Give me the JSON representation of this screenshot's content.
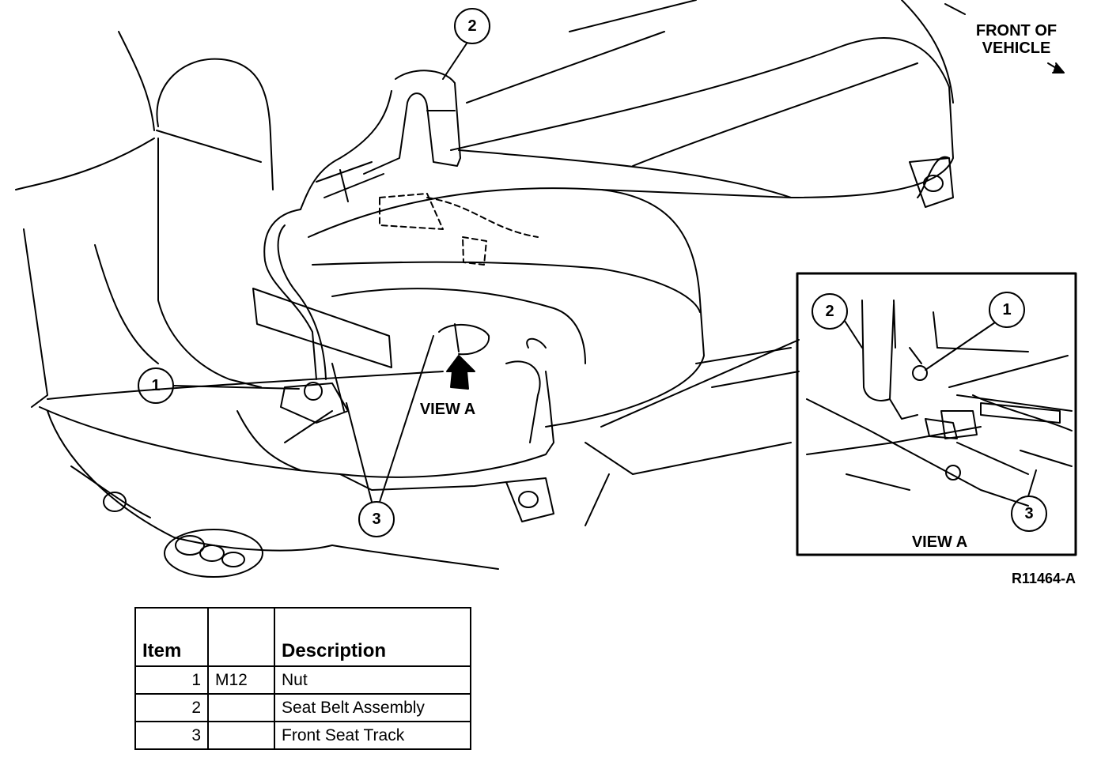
{
  "figure": {
    "front_label_line1": "FRONT OF",
    "front_label_line2": "VEHICLE",
    "view_label_main": "VIEW A",
    "view_label_inset": "VIEW A",
    "figure_code": "R11464-A"
  },
  "callouts": {
    "main": [
      "1",
      "2",
      "3"
    ],
    "inset": [
      "1",
      "2",
      "3"
    ]
  },
  "table": {
    "headers": [
      "Item",
      "",
      "Description"
    ],
    "rows": [
      {
        "item": "1",
        "size": "M12",
        "description": "Nut"
      },
      {
        "item": "2",
        "size": "",
        "description": "Seat Belt Assembly"
      },
      {
        "item": "3",
        "size": "",
        "description": "Front Seat Track"
      }
    ]
  },
  "colors": {
    "ink": "#000000",
    "background": "#ffffff"
  }
}
